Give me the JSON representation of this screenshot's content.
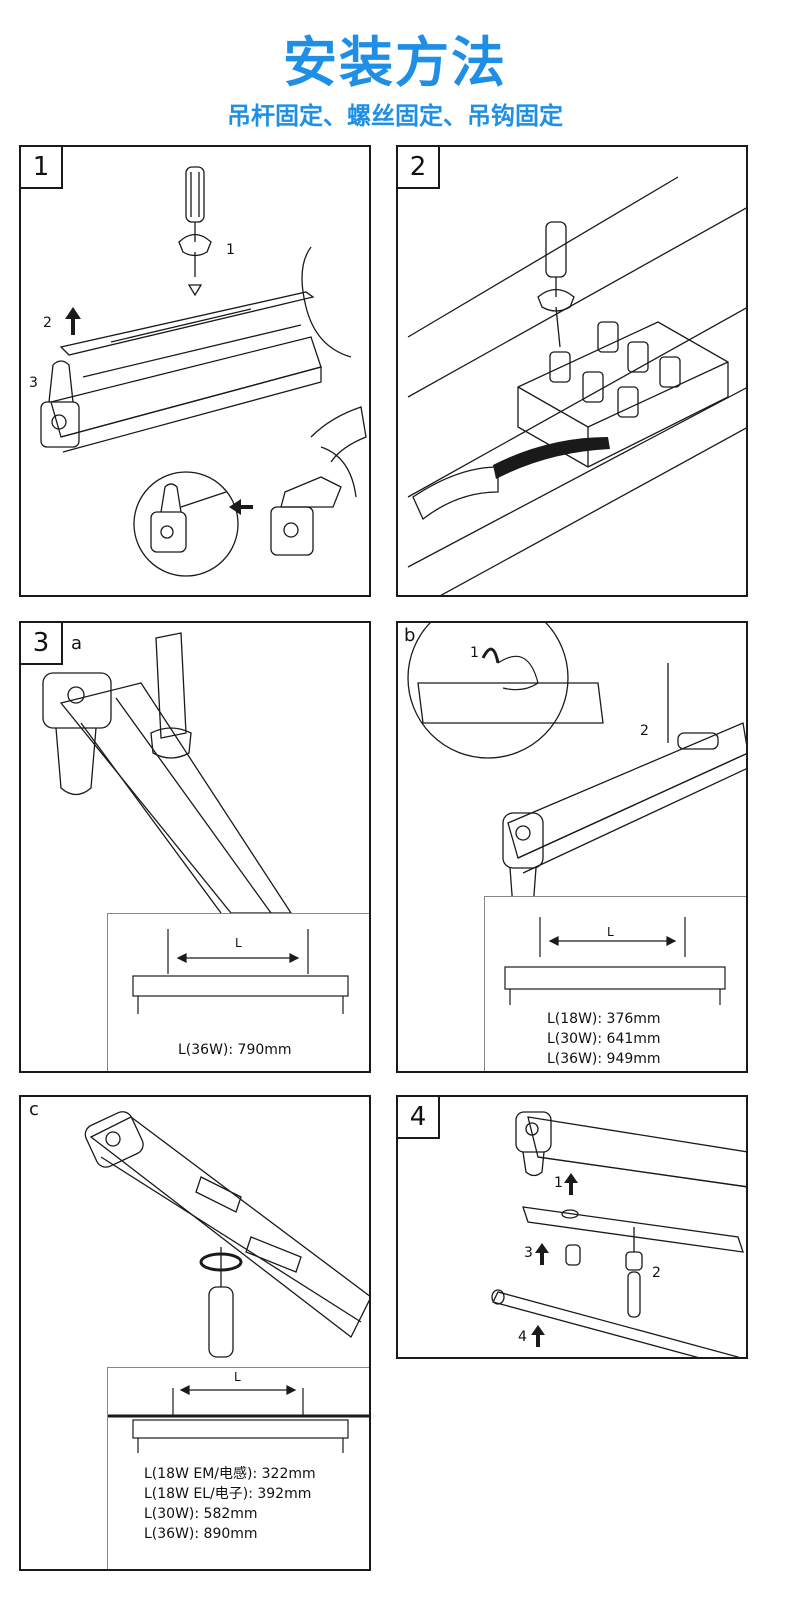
{
  "header": {
    "title": "安装方法",
    "subtitle": "吊杆固定、螺丝固定、吊钩固定"
  },
  "colors": {
    "accent": "#1f8fe6",
    "line": "#1a1a1a"
  },
  "panels": {
    "p1": {
      "step": "1",
      "labels": [
        "1",
        "2",
        "3"
      ]
    },
    "p2": {
      "step": "2"
    },
    "p3a": {
      "step": "3",
      "sub": "a",
      "L_label": "L",
      "dims": [
        "L(36W): 790mm"
      ]
    },
    "p3b": {
      "sub": "b",
      "labels": [
        "1",
        "2"
      ],
      "L_label": "L",
      "dims": [
        "L(18W): 376mm",
        "L(30W): 641mm",
        "L(36W): 949mm"
      ]
    },
    "p3c": {
      "sub": "c",
      "L_label": "L",
      "dims": [
        "L(18W EM/电感): 322mm",
        "L(18W EL/电子): 392mm",
        "L(30W): 582mm",
        "L(36W): 890mm"
      ]
    },
    "p4": {
      "step": "4",
      "labels": [
        "1",
        "2",
        "3",
        "4"
      ]
    }
  },
  "icons": [
    "screwdriver-icon",
    "up-arrow-icon",
    "left-arrow-icon",
    "rotate-arrow-icon",
    "hand-icon"
  ]
}
